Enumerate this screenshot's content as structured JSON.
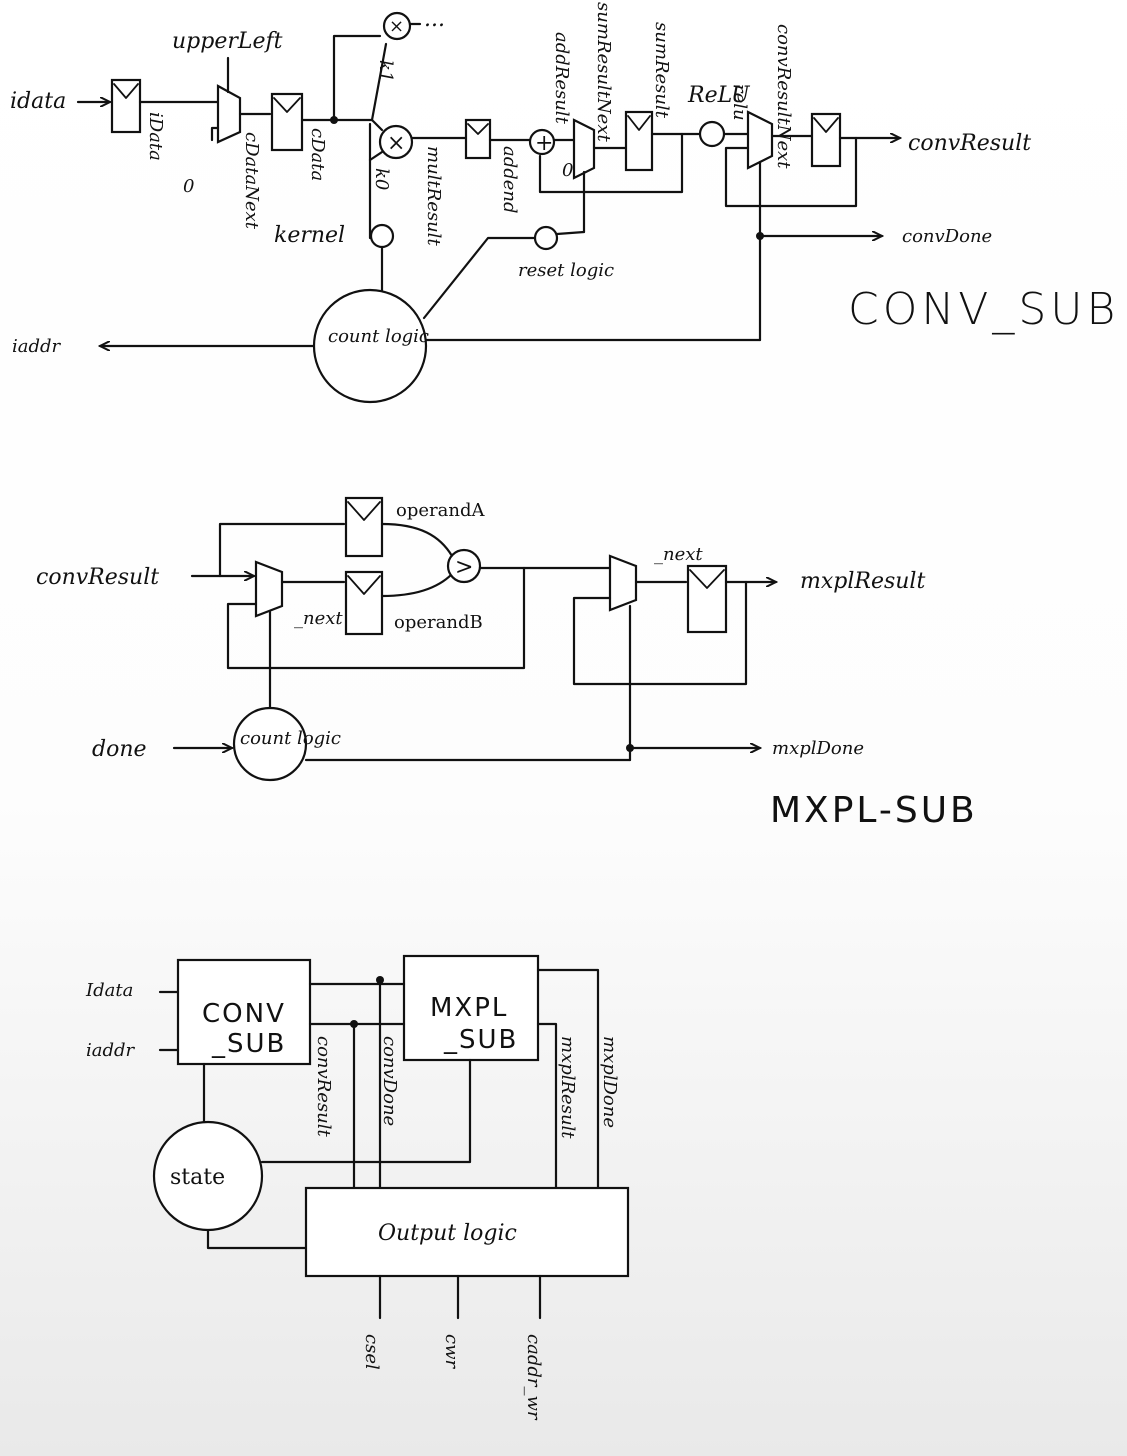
{
  "conv_sub": {
    "title": "CONV_SUB",
    "labels": {
      "idata_in": "idata",
      "idata_reg": "iData",
      "upper_left": "upperLeft",
      "zero_a": "0",
      "cdata_next": "cDataNext",
      "cdata": "cData",
      "k1": "k1",
      "k0": "k0",
      "kernel": "kernel",
      "ellipsis": "...",
      "mult_result": "multResult",
      "addend": "addend",
      "add_result": "addResult",
      "zero_b": "0",
      "sum_result_next": "sumResultNext",
      "sum_result": "sumResult",
      "relu": "ReLU",
      "relu_out": "relu",
      "conv_result_next": "convResultNext",
      "conv_result": "convResult",
      "conv_done": "convDone",
      "reset_logic": "reset logic",
      "count_logic": "count logic",
      "iaddr": "iaddr",
      "times": "×",
      "plus": "+"
    }
  },
  "mxpl_sub": {
    "title": "MXPL-SUB",
    "labels": {
      "conv_result_in": "convResult",
      "operand_a": "operandA",
      "operand_b": "operandB",
      "next_a": "_next",
      "next_b": "_next",
      "compare": ">",
      "mxpl_result": "mxplResult",
      "done_in": "done",
      "count_logic": "count logic",
      "mxpl_done": "mxplDone"
    }
  },
  "top": {
    "labels": {
      "idata": "Idata",
      "iaddr": "iaddr",
      "conv_box_l1": "CONV",
      "conv_box_l2": "_SUB",
      "mxpl_box_l1": "MXPL",
      "mxpl_box_l2": "_SUB",
      "conv_result": "convResult",
      "conv_done": "convDone",
      "mxpl_result": "mxplResult",
      "mxpl_done": "mxplDone",
      "state": "state",
      "output_logic": "Output logic",
      "csel": "csel",
      "cwr": "cwr",
      "caddr_wr": "caddr_wr"
    }
  }
}
